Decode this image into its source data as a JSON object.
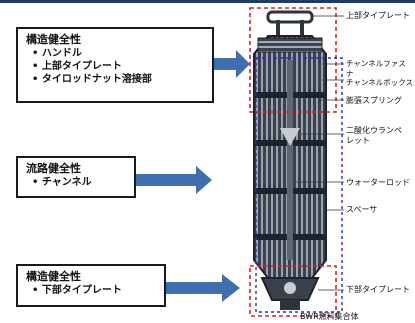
{
  "boxes": [
    {
      "title": "構造健全性",
      "items": [
        "ハンドル",
        "上部タイプレート",
        "タイロッドナット溶接部"
      ]
    },
    {
      "title": "流路健全性",
      "items": [
        "チャンネル"
      ]
    },
    {
      "title": "構造健全性",
      "items": [
        "下部タイプレート"
      ]
    }
  ],
  "parts": {
    "upper_tie_plate": "上部タイプレート",
    "channel_fastener": "チャンネルファスナ",
    "channel_box": "チャンネルボックス",
    "expansion_spring": "膨張スプリング",
    "fuel_pellet": "二酸化ウランペレット",
    "water_rod": "ウォーターロッド",
    "spacer": "スペーサ",
    "lower_tie_plate": "下部タイプレート",
    "assembly_caption": "BWR燃料集合体"
  },
  "colors": {
    "arrow": "#3f6fb0",
    "red_outline": "#e02020",
    "blue_outline": "#2030c8",
    "fuel_dark": "#2e3440"
  }
}
